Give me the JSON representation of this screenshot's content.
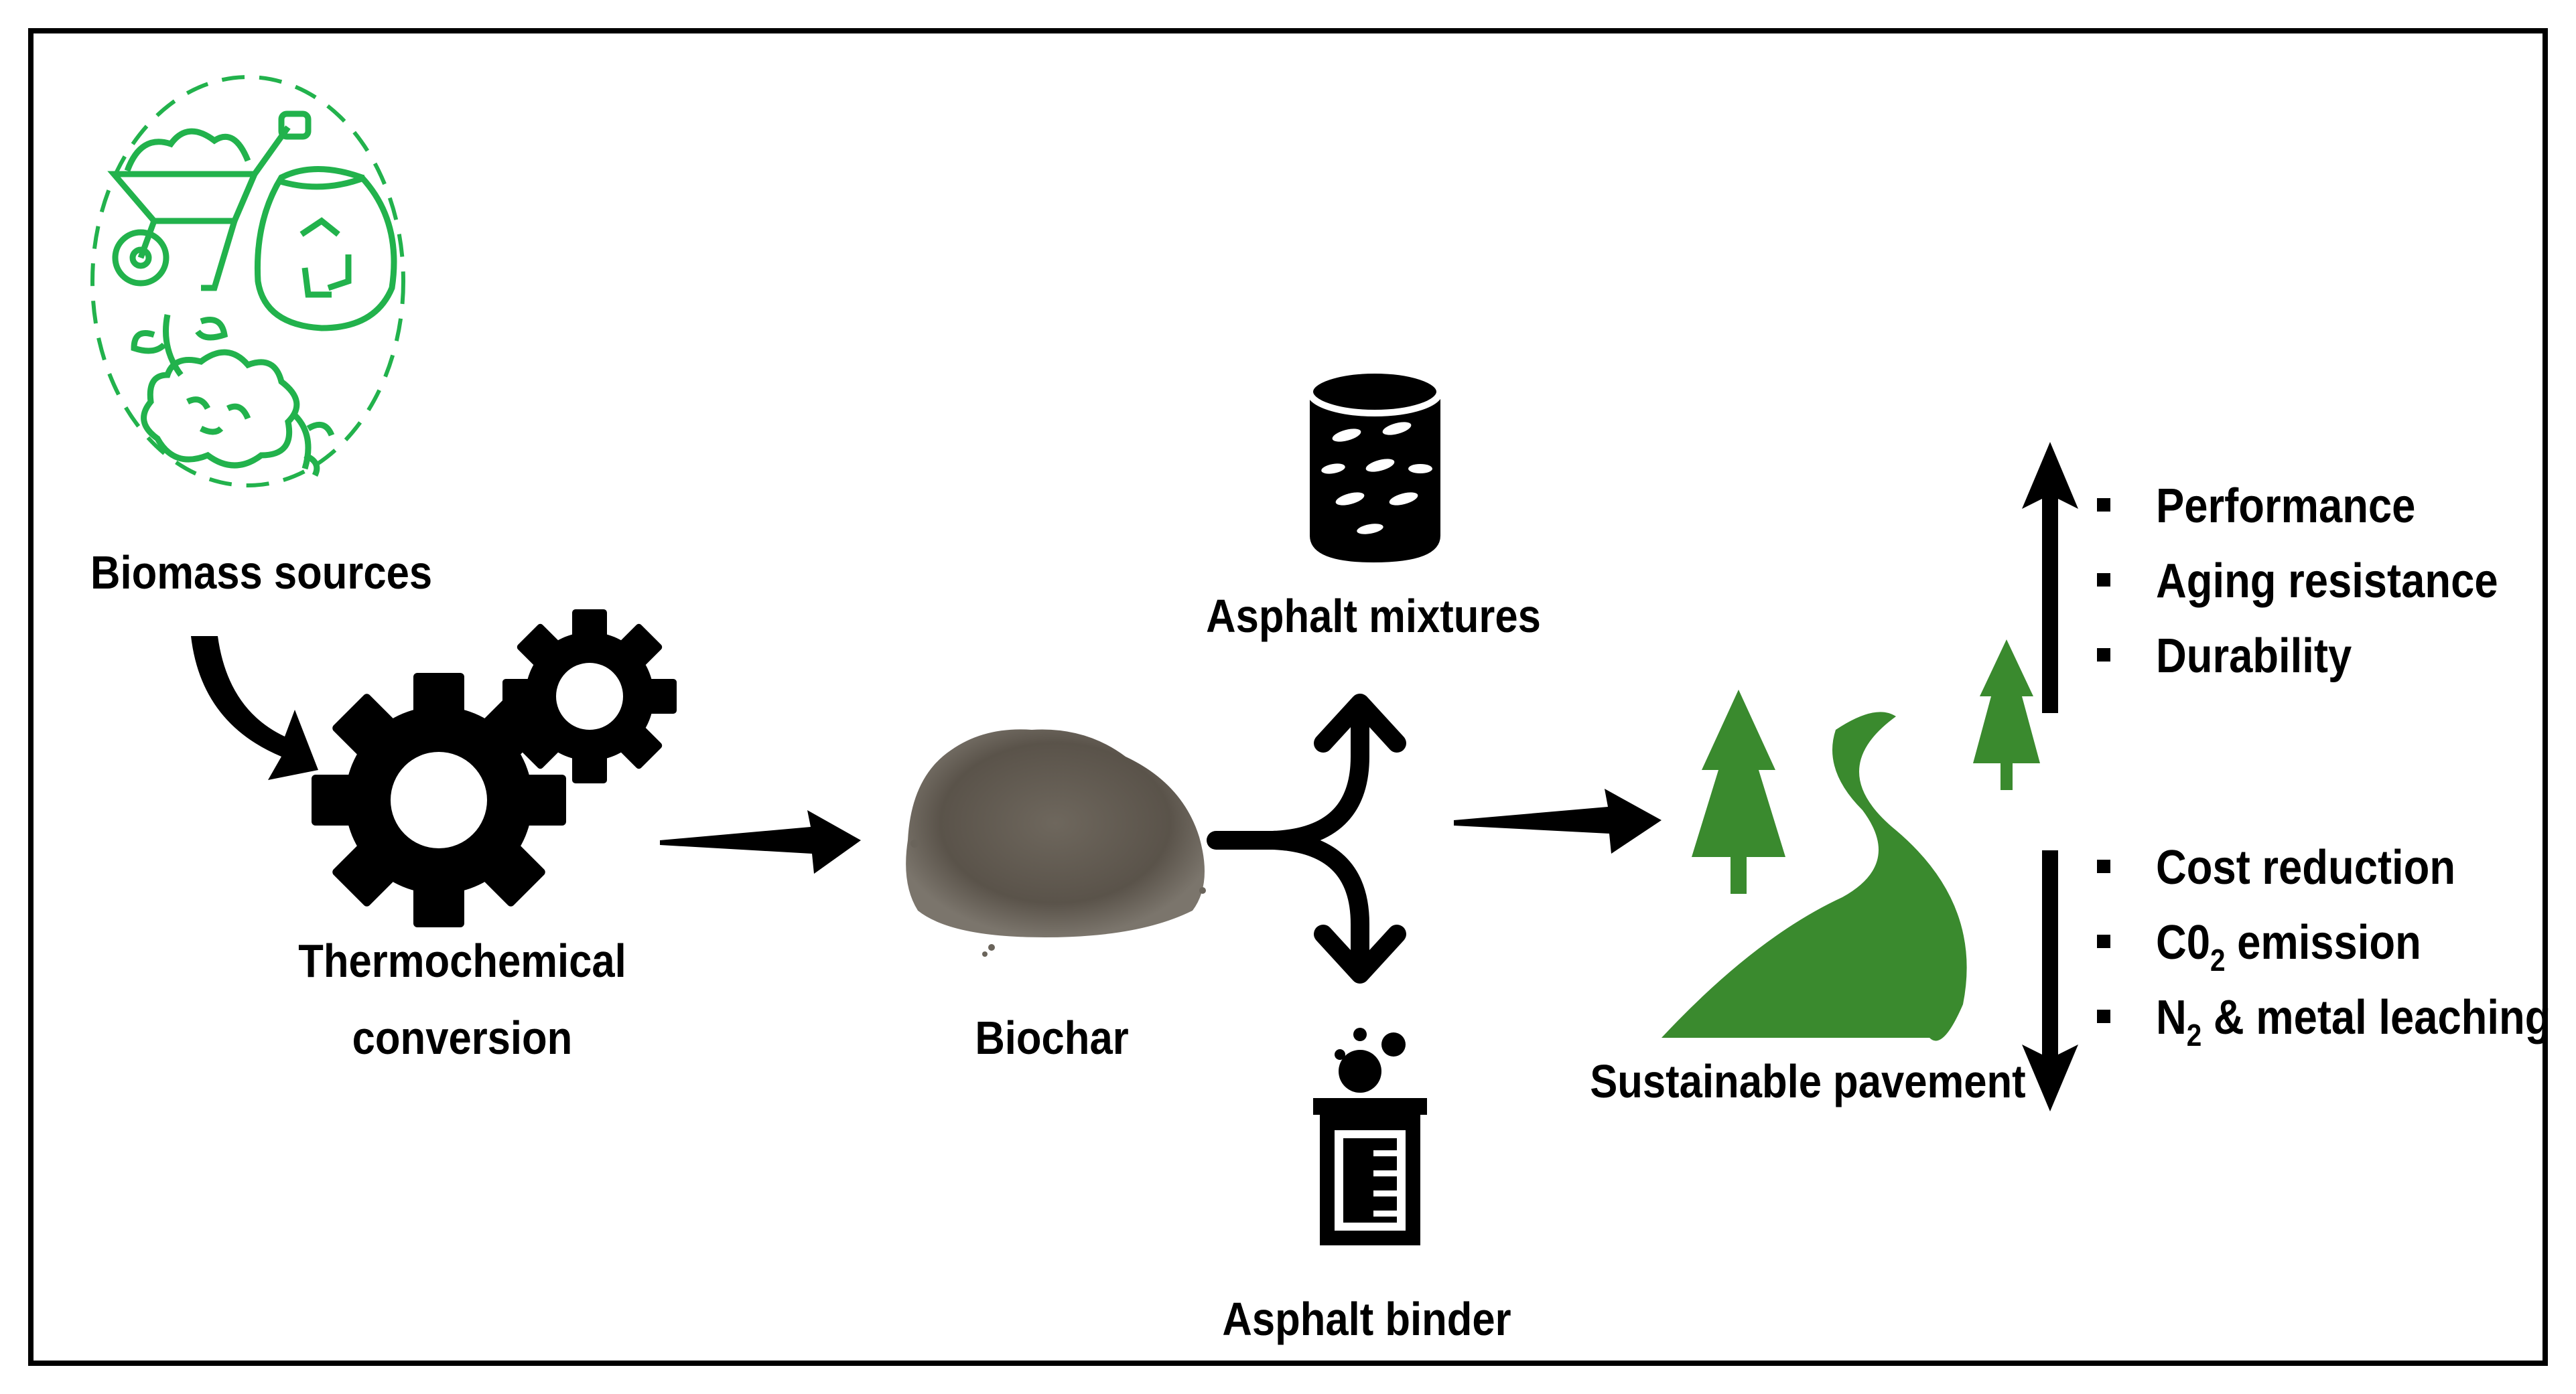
{
  "colors": {
    "accent_green": "#3a8a2e",
    "icon_green": "#22b24c",
    "ink": "#000000",
    "biochar": "#5e574e"
  },
  "nodes": {
    "biomass": "Biomass sources",
    "thermo_line1": "Thermochemical",
    "thermo_line2": "conversion",
    "biochar": "Biochar",
    "mixtures": "Asphalt mixtures",
    "binder": "Asphalt binder",
    "pavement": "Sustainable pavement"
  },
  "increase_list": [
    "Performance",
    "Aging resistance",
    "Durability"
  ],
  "decrease_list": {
    "cost": "Cost reduction",
    "co2_a": "C0",
    "co2_sub": "2",
    "co2_b": " emission",
    "n2_a": "N",
    "n2_sub": "2",
    "n2_b": " & metal leaching"
  },
  "icons": [
    "biomass-icon",
    "gears-icon",
    "biochar-powder-icon",
    "asphalt-drum-icon",
    "beaker-icon",
    "road-icon",
    "tree-icon"
  ]
}
